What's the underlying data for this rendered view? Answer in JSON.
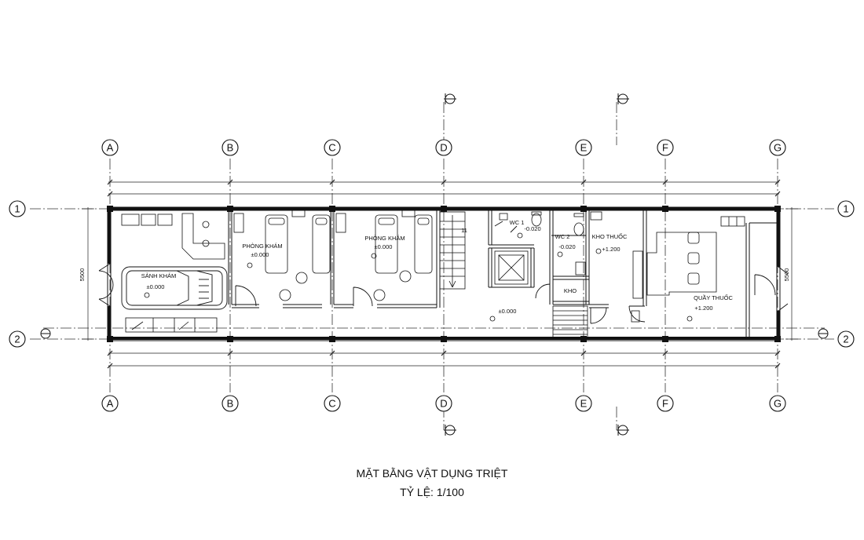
{
  "grid": {
    "columns": [
      "A",
      "B",
      "C",
      "D",
      "E",
      "F",
      "G"
    ],
    "rows": [
      "1",
      "2"
    ]
  },
  "rooms": {
    "sanh_kham": {
      "name": "SẢNH KHÁM",
      "level": "±0.000"
    },
    "phong_kham_1": {
      "name": "PHÒNG KHÁM",
      "level": "±0.000"
    },
    "phong_kham_2": {
      "name": "PHÒNG KHÁM",
      "level": "±0.000"
    },
    "corridor": {
      "level": "±0.000"
    },
    "wc1": {
      "name": "WC 1",
      "level": "-0.020"
    },
    "wc2": {
      "name": "WC 2",
      "level": "-0.020"
    },
    "kho": {
      "name": "KHO"
    },
    "kho_thuoc": {
      "name": "KHO THUỐC",
      "level": "+1.200"
    },
    "quay_thuoc": {
      "name": "QUẦY THUỐC",
      "level": "+1.200"
    }
  },
  "stair_mark": "11",
  "dimensions": {
    "depth_left": "5500",
    "depth_right": "5500"
  },
  "title": "MẶT BẰNG VẬT DỤNG TRIỆT",
  "scale": "TỶ LỆ: 1/100"
}
